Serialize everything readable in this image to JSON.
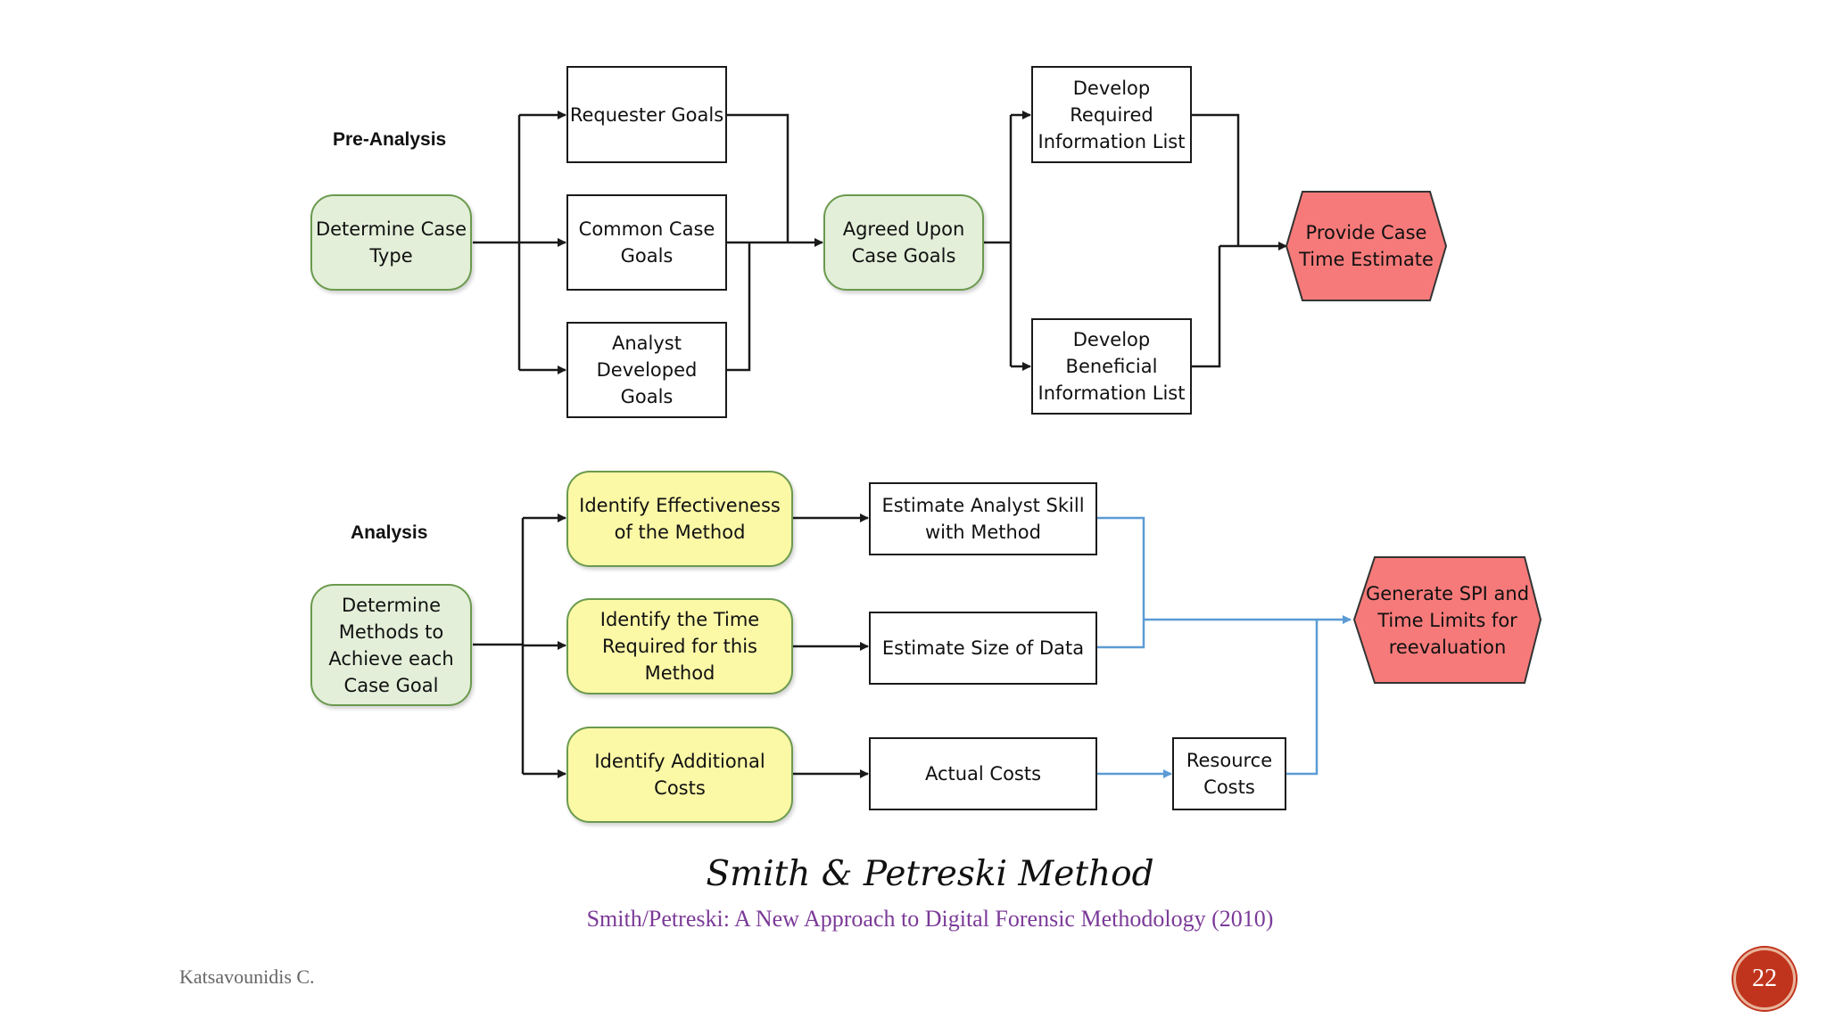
{
  "sections": {
    "pre_analysis": "Pre-Analysis",
    "analysis": "Analysis"
  },
  "pre_analysis_nodes": {
    "determine_case_type": "Determine Case\nType",
    "requester_goals": "Requester Goals",
    "common_case_goals": "Common Case\nGoals",
    "analyst_developed_goals": "Analyst\nDeveloped\nGoals",
    "agreed_upon_case_goals": "Agreed Upon\nCase Goals",
    "develop_required_list": "Develop\nRequired\nInformation List",
    "develop_beneficial_list": "Develop\nBeneficial\nInformation List",
    "provide_case_time_estimate": "Provide Case\nTime Estimate"
  },
  "analysis_nodes": {
    "determine_methods": "Determine\nMethods to\nAchieve each\nCase Goal",
    "identify_effectiveness": "Identify Effectiveness\nof the Method",
    "identify_time_required": "Identify the Time\nRequired for this\nMethod",
    "identify_additional_costs": "Identify Additional\nCosts",
    "estimate_analyst_skill": "Estimate Analyst Skill\nwith Method",
    "estimate_size_of_data": "Estimate Size of Data",
    "actual_costs": "Actual Costs",
    "resource_costs": "Resource\nCosts",
    "generate_spi": "Generate SPI and\nTime Limits for\nreevaluation"
  },
  "caption": {
    "title": "Smith & Petreski Method",
    "subtitle": "Smith/Petreski: A New Approach to Digital Forensic Methodology (2010)"
  },
  "footer": {
    "author": "Katsavounidis C.",
    "page_number": "22"
  },
  "colors": {
    "green_fill": "#e3efd9",
    "yellow_fill": "#fbf8a6",
    "hex_fill": "#f77a7a",
    "blue_connector": "#5b9bd5",
    "subtitle_purple": "#7b3a98",
    "badge_red": "#c0341d"
  }
}
